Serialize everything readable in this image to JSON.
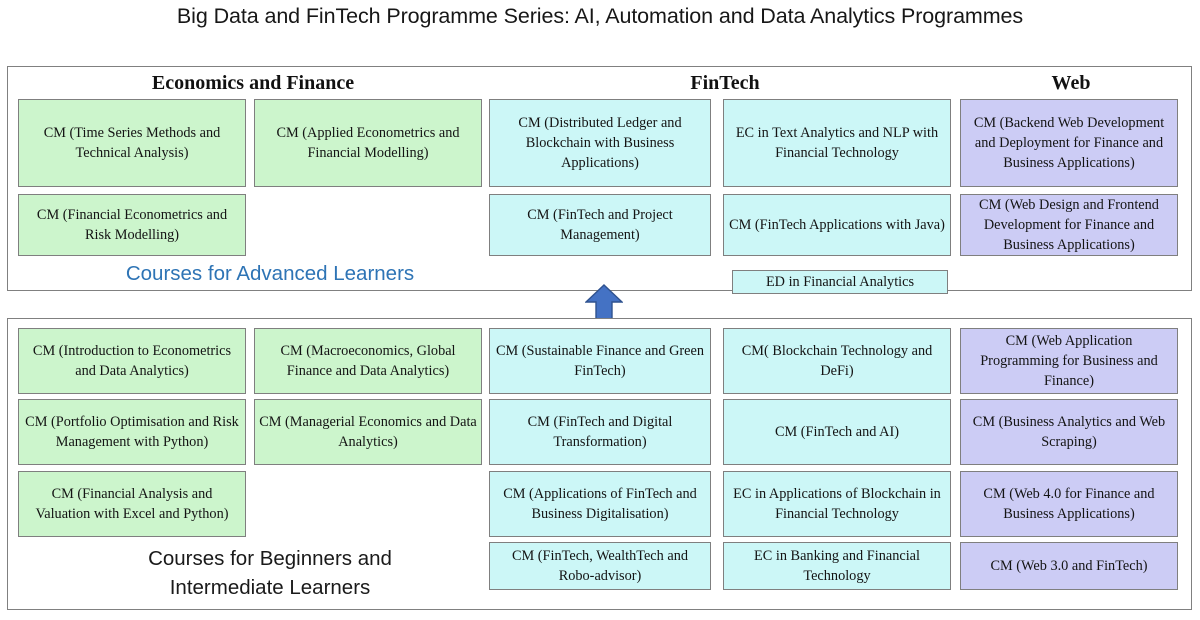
{
  "title": "Big Data and FinTech Programme Series: AI, Automation and Data Analytics Programmes",
  "colors": {
    "economics_finance": "#CCF5CC",
    "fintech": "#CCF7F7",
    "web": "#CCCCF5",
    "arrow": "#4472C4",
    "arrow_border": "#2F528F",
    "advanced_label": "#2E74B5",
    "beginner_label": "#1a1a1a",
    "box_border": "#7f7f7f",
    "panel_border": "#808080"
  },
  "columns": [
    {
      "id": "economics-and-finance",
      "header": "Economics and Finance"
    },
    {
      "id": "fintech",
      "header": "FinTech"
    },
    {
      "id": "web",
      "header": "Web"
    }
  ],
  "sections": [
    {
      "id": "advanced",
      "label": "Courses for Advanced Learners",
      "boxes": [
        {
          "col": "economics-and-finance",
          "text": "CM (Time Series Methods and Technical Analysis)",
          "color": "green"
        },
        {
          "col": "economics-and-finance",
          "text": "CM (Applied Econometrics and Financial Modelling)",
          "color": "green"
        },
        {
          "col": "economics-and-finance",
          "text": "CM (Financial Econometrics and Risk Modelling)",
          "color": "green"
        },
        {
          "col": "fintech",
          "text": "CM (Distributed Ledger and Blockchain with Business Applications)",
          "color": "cyan"
        },
        {
          "col": "fintech",
          "text": "EC in Text Analytics and NLP with Financial Technology",
          "color": "cyan"
        },
        {
          "col": "fintech",
          "text": "CM (FinTech and Project Management)",
          "color": "cyan"
        },
        {
          "col": "fintech",
          "text": "CM (FinTech Applications with Java)",
          "color": "cyan"
        },
        {
          "col": "fintech",
          "text": "ED in Financial Analytics",
          "color": "cyan"
        },
        {
          "col": "web",
          "text": "CM (Backend Web Development and Deployment for Finance and Business Applications)",
          "color": "purple"
        },
        {
          "col": "web",
          "text": "CM (Web Design and Frontend Development for Finance and Business Applications)",
          "color": "purple"
        }
      ]
    },
    {
      "id": "beginner",
      "label": "Courses for Beginners and\nIntermediate Learners",
      "boxes": [
        {
          "col": "economics-and-finance",
          "text": "CM (Introduction to Econometrics and Data Analytics)",
          "color": "green"
        },
        {
          "col": "economics-and-finance",
          "text": "CM (Macroeconomics, Global Finance and Data Analytics)",
          "color": "green"
        },
        {
          "col": "economics-and-finance",
          "text": "CM (Portfolio Optimisation and Risk Management with Python)",
          "color": "green"
        },
        {
          "col": "economics-and-finance",
          "text": "CM (Managerial Economics and Data Analytics)",
          "color": "green"
        },
        {
          "col": "economics-and-finance",
          "text": "CM (Financial Analysis and Valuation with Excel and Python)",
          "color": "green"
        },
        {
          "col": "fintech",
          "text": "CM (Sustainable Finance and Green FinTech)",
          "color": "cyan"
        },
        {
          "col": "fintech",
          "text": "CM( Blockchain Technology and DeFi)",
          "color": "cyan"
        },
        {
          "col": "fintech",
          "text": "CM (FinTech and Digital Transformation)",
          "color": "cyan"
        },
        {
          "col": "fintech",
          "text": "CM (FinTech and AI)",
          "color": "cyan"
        },
        {
          "col": "fintech",
          "text": "CM (Applications of FinTech and Business Digitalisation)",
          "color": "cyan"
        },
        {
          "col": "fintech",
          "text": "EC in Applications of Blockchain in Financial Technology",
          "color": "cyan"
        },
        {
          "col": "fintech",
          "text": "CM (FinTech, WealthTech and Robo-advisor)",
          "color": "cyan"
        },
        {
          "col": "fintech",
          "text": "EC in Banking and Financial Technology",
          "color": "cyan"
        },
        {
          "col": "web",
          "text": "CM (Web Application Programming for Business and Finance)",
          "color": "purple"
        },
        {
          "col": "web",
          "text": "CM (Business Analytics and Web Scraping)",
          "color": "purple"
        },
        {
          "col": "web",
          "text": "CM (Web 4.0 for Finance and Business Applications)",
          "color": "purple"
        },
        {
          "col": "web",
          "text": "CM (Web 3.0 and FinTech)",
          "color": "purple"
        }
      ]
    }
  ],
  "arrow": {
    "name": "up-arrow",
    "direction": "up"
  }
}
